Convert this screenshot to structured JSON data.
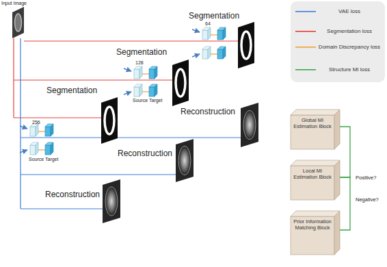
{
  "diagram": {
    "nodes": [
      {
        "text": [
          "Global MI Estimation Block"
        ]
      },
      {
        "text": [
          "Local MI Estimation Block"
        ]
      },
      {
        "text": [
          "Prior Information Matching Block"
        ]
      }
    ],
    "edges": [
      {
        "from": 0,
        "to": 1,
        "arrow": "none"
      },
      {
        "from": 1,
        "to": 2,
        "arrow": "none"
      }
    ],
    "labels": [
      "Input Image",
      "Segmentation",
      "64",
      "Segmentation",
      "128",
      "Source Target",
      "Segmentation",
      "256",
      "Reconstruction",
      "Source Target",
      "Reconstruction",
      "Positive?",
      "Negative?",
      "Reconstruction"
    ],
    "legend": [
      {
        "text": "VAE loss",
        "color": "#3d7fd9"
      },
      {
        "text": "Segmentation loss",
        "color": "#e8403a"
      },
      {
        "text": "Domain Discrepancy loss",
        "color": "#f0a030"
      },
      {
        "text": "Structure MI loss",
        "color": "#3aa64a"
      }
    ]
  }
}
